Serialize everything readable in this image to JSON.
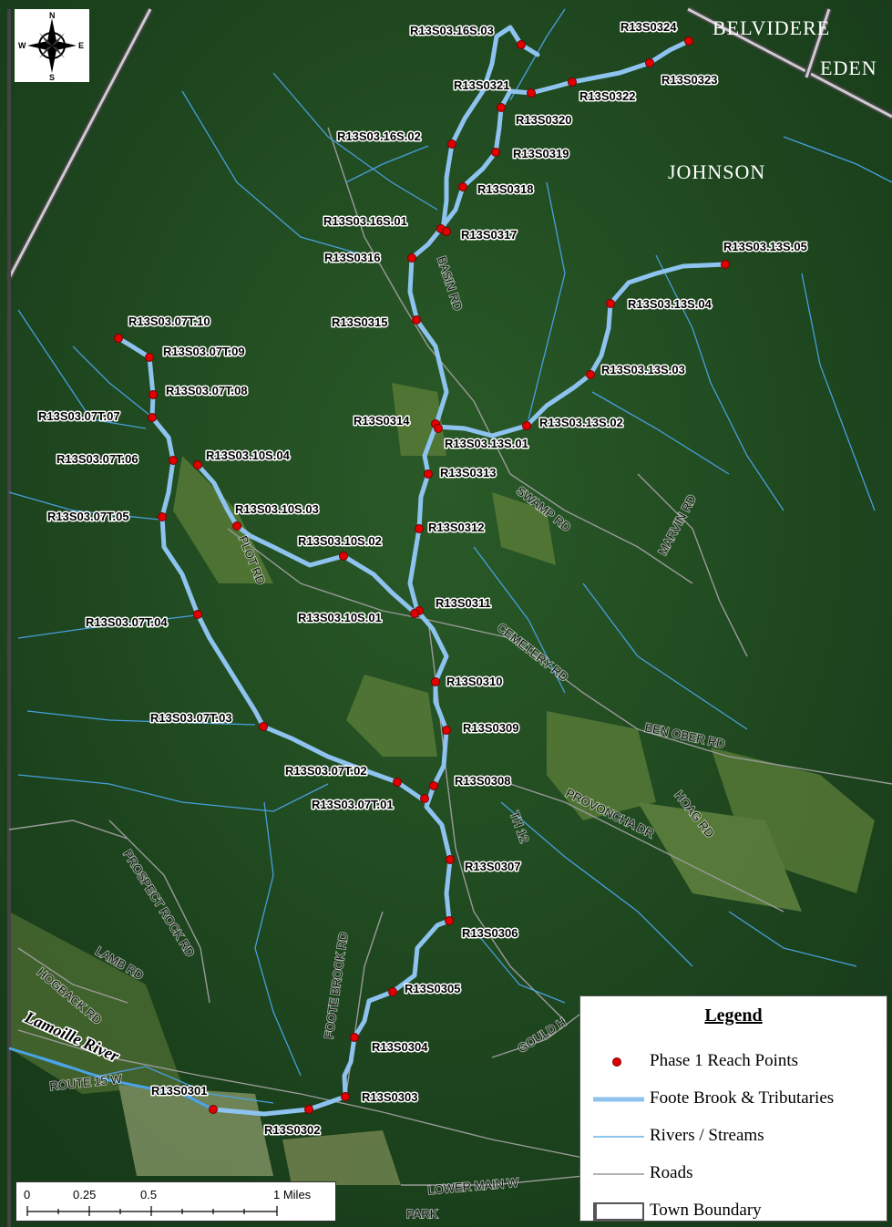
{
  "towns": [
    "BELVIDERE",
    "EDEN",
    "JOHNSON"
  ],
  "river_label": "Lamoille River",
  "roads": [
    "BASIN RD",
    "SWAMP RD",
    "MARVIN RD",
    "PLOT RD",
    "CEMETERY RD",
    "BEN OBER RD",
    "PROVONCHA DR",
    "HOAG RD",
    "TH 12",
    "PROSPECT ROCK RD",
    "LAMB RD",
    "HOGBACK RD",
    "ROUTE 15 W",
    "FOOTE BROOK RD",
    "GOULD H",
    "LOWER MAIN W",
    "PARK"
  ],
  "reach_points": [
    {
      "label": "R13S03.16S.03"
    },
    {
      "label": "R13S0324"
    },
    {
      "label": "R13S0323"
    },
    {
      "label": "R13S0322"
    },
    {
      "label": "R13S0321"
    },
    {
      "label": "R13S0320"
    },
    {
      "label": "R13S03.16S.02"
    },
    {
      "label": "R13S0319"
    },
    {
      "label": "R13S0318"
    },
    {
      "label": "R13S03.16S.01"
    },
    {
      "label": "R13S0317"
    },
    {
      "label": "R13S0316"
    },
    {
      "label": "R13S03.13S.05"
    },
    {
      "label": "R13S03.13S.04"
    },
    {
      "label": "R13S0315"
    },
    {
      "label": "R13S03.07T.10"
    },
    {
      "label": "R13S03.07T.09"
    },
    {
      "label": "R13S03.13S.03"
    },
    {
      "label": "R13S03.07T.08"
    },
    {
      "label": "R13S03.07T.07"
    },
    {
      "label": "R13S0314"
    },
    {
      "label": "R13S03.13S.02"
    },
    {
      "label": "R13S03.13S.01"
    },
    {
      "label": "R13S03.07T.06"
    },
    {
      "label": "R13S03.10S.04"
    },
    {
      "label": "R13S0313"
    },
    {
      "label": "R13S03.10S.03"
    },
    {
      "label": "R13S03.07T.05"
    },
    {
      "label": "R13S0312"
    },
    {
      "label": "R13S03.10S.02"
    },
    {
      "label": "R13S0311"
    },
    {
      "label": "R13S03.10S.01"
    },
    {
      "label": "R13S03.07T.04"
    },
    {
      "label": "R13S0310"
    },
    {
      "label": "R13S03.07T.03"
    },
    {
      "label": "R13S0309"
    },
    {
      "label": "R13S03.07T.02"
    },
    {
      "label": "R13S0308"
    },
    {
      "label": "R13S03.07T.01"
    },
    {
      "label": "R13S0307"
    },
    {
      "label": "R13S0306"
    },
    {
      "label": "R13S0305"
    },
    {
      "label": "R13S0304"
    },
    {
      "label": "R13S0303"
    },
    {
      "label": "R13S0301"
    },
    {
      "label": "R13S0302"
    }
  ],
  "legend": {
    "title": "Legend",
    "items": [
      "Phase 1 Reach Points",
      "Foote Brook & Tributaries",
      "Rivers / Streams",
      "Roads",
      "Town Boundary"
    ]
  },
  "scale": {
    "ticks": [
      "0",
      "0.25",
      "0.5",
      "1 Miles"
    ]
  },
  "compass": {
    "n": "N",
    "s": "S",
    "e": "E",
    "w": "W",
    "icon": "compass-rose-icon"
  },
  "colors": {
    "brook": "#8EC3F0",
    "streams": "#4AA3E8",
    "roads": "#9a9a9a",
    "points": "#E00000",
    "forest": "#1f4a1f"
  }
}
